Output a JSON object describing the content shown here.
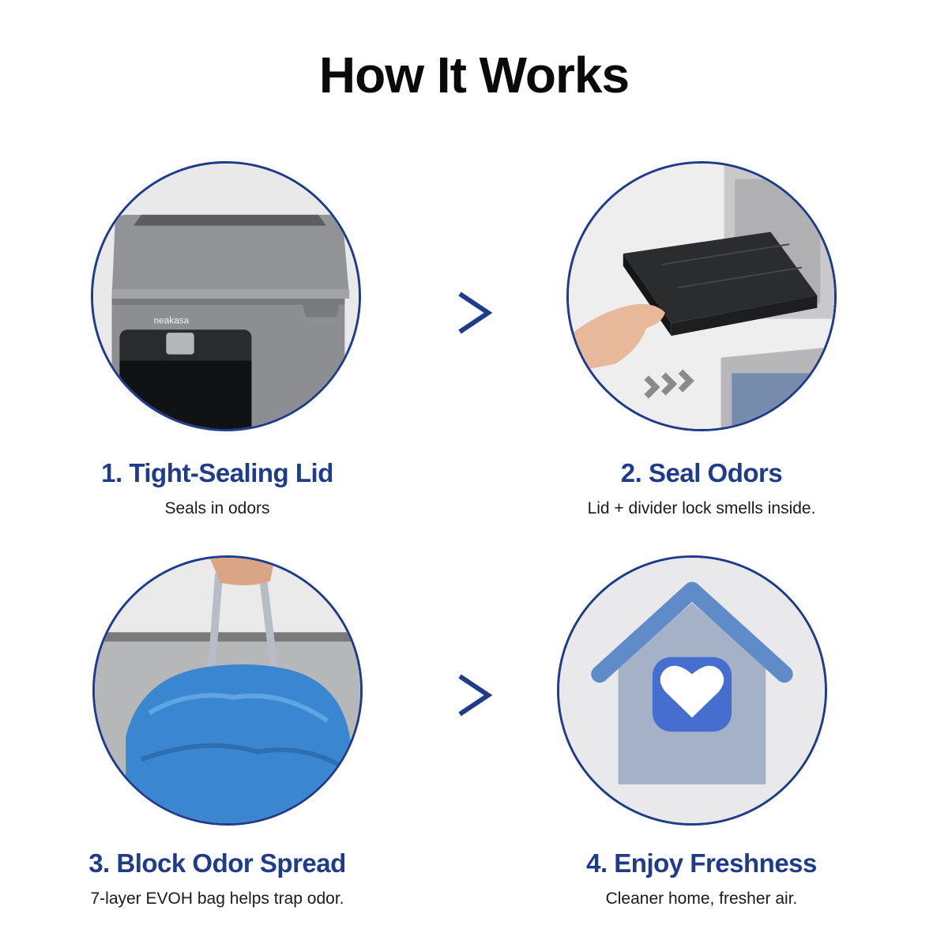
{
  "page": {
    "title": "How It Works",
    "accent_color": "#1f3c8c"
  },
  "steps": [
    {
      "title": "1. Tight-Sealing Lid",
      "description": "Seals in odors",
      "image_brand": "neakasa",
      "icon": "litter-box-lid-image"
    },
    {
      "title": "2. Seal Odors",
      "description": "Lid + divider lock smells inside.",
      "icon": "divider-drawer-image"
    },
    {
      "title": "3. Block Odor Spread",
      "description": "7-layer EVOH bag helps trap odor.",
      "icon": "trash-bag-image"
    },
    {
      "title": "4. Enjoy Freshness",
      "description": "Cleaner home, fresher air.",
      "icon": "house-heart-image"
    }
  ],
  "arrows": [
    "chevron-right-icon",
    "chevron-right-icon"
  ]
}
